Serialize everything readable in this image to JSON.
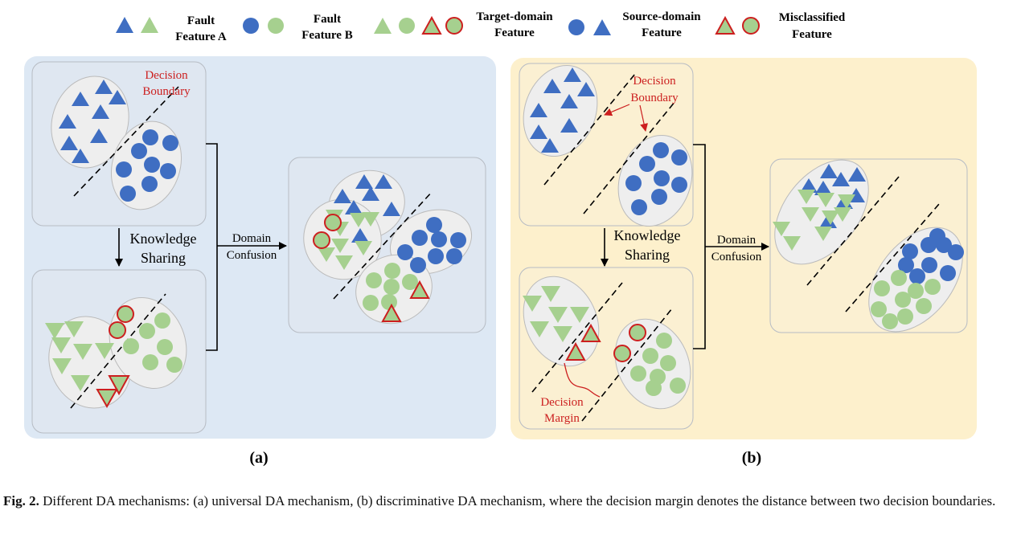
{
  "legend": [
    {
      "label": [
        "Fault",
        "Feature A"
      ]
    },
    {
      "label": [
        "Fault",
        "Feature B"
      ]
    },
    {
      "label": [
        "Target-domain",
        "Feature"
      ]
    },
    {
      "label": [
        "Source-domain",
        "Feature"
      ]
    },
    {
      "label": [
        "Misclassified",
        "Feature"
      ]
    }
  ],
  "panel_a": {
    "label": "(a)",
    "decision_boundary": [
      "Decision",
      "Boundary"
    ],
    "knowledge_sharing": [
      "Knowledge",
      "Sharing"
    ],
    "domain_confusion": [
      "Domain",
      "Confusion"
    ]
  },
  "panel_b": {
    "label": "(b)",
    "decision_boundary": [
      "Decision",
      "Boundary"
    ],
    "knowledge_sharing": [
      "Knowledge",
      "Sharing"
    ],
    "domain_confusion": [
      "Domain",
      "Confusion"
    ],
    "decision_margin": [
      "Decision",
      "Margin"
    ]
  },
  "caption": {
    "prefix": "Fig. 2.",
    "text": " Different DA mechanisms: (a) universal DA mechanism, (b) discriminative DA mechanism, where the decision margin denotes the distance between two decision boundaries."
  },
  "colors": {
    "source": "#3f6ec2",
    "target": "#a6d08f",
    "misclassified_outline": "#cc1f1f",
    "panel_a_bg": "#dde8f4",
    "panel_b_bg": "#fdf0cc",
    "annotation": "#cc1f1f"
  }
}
